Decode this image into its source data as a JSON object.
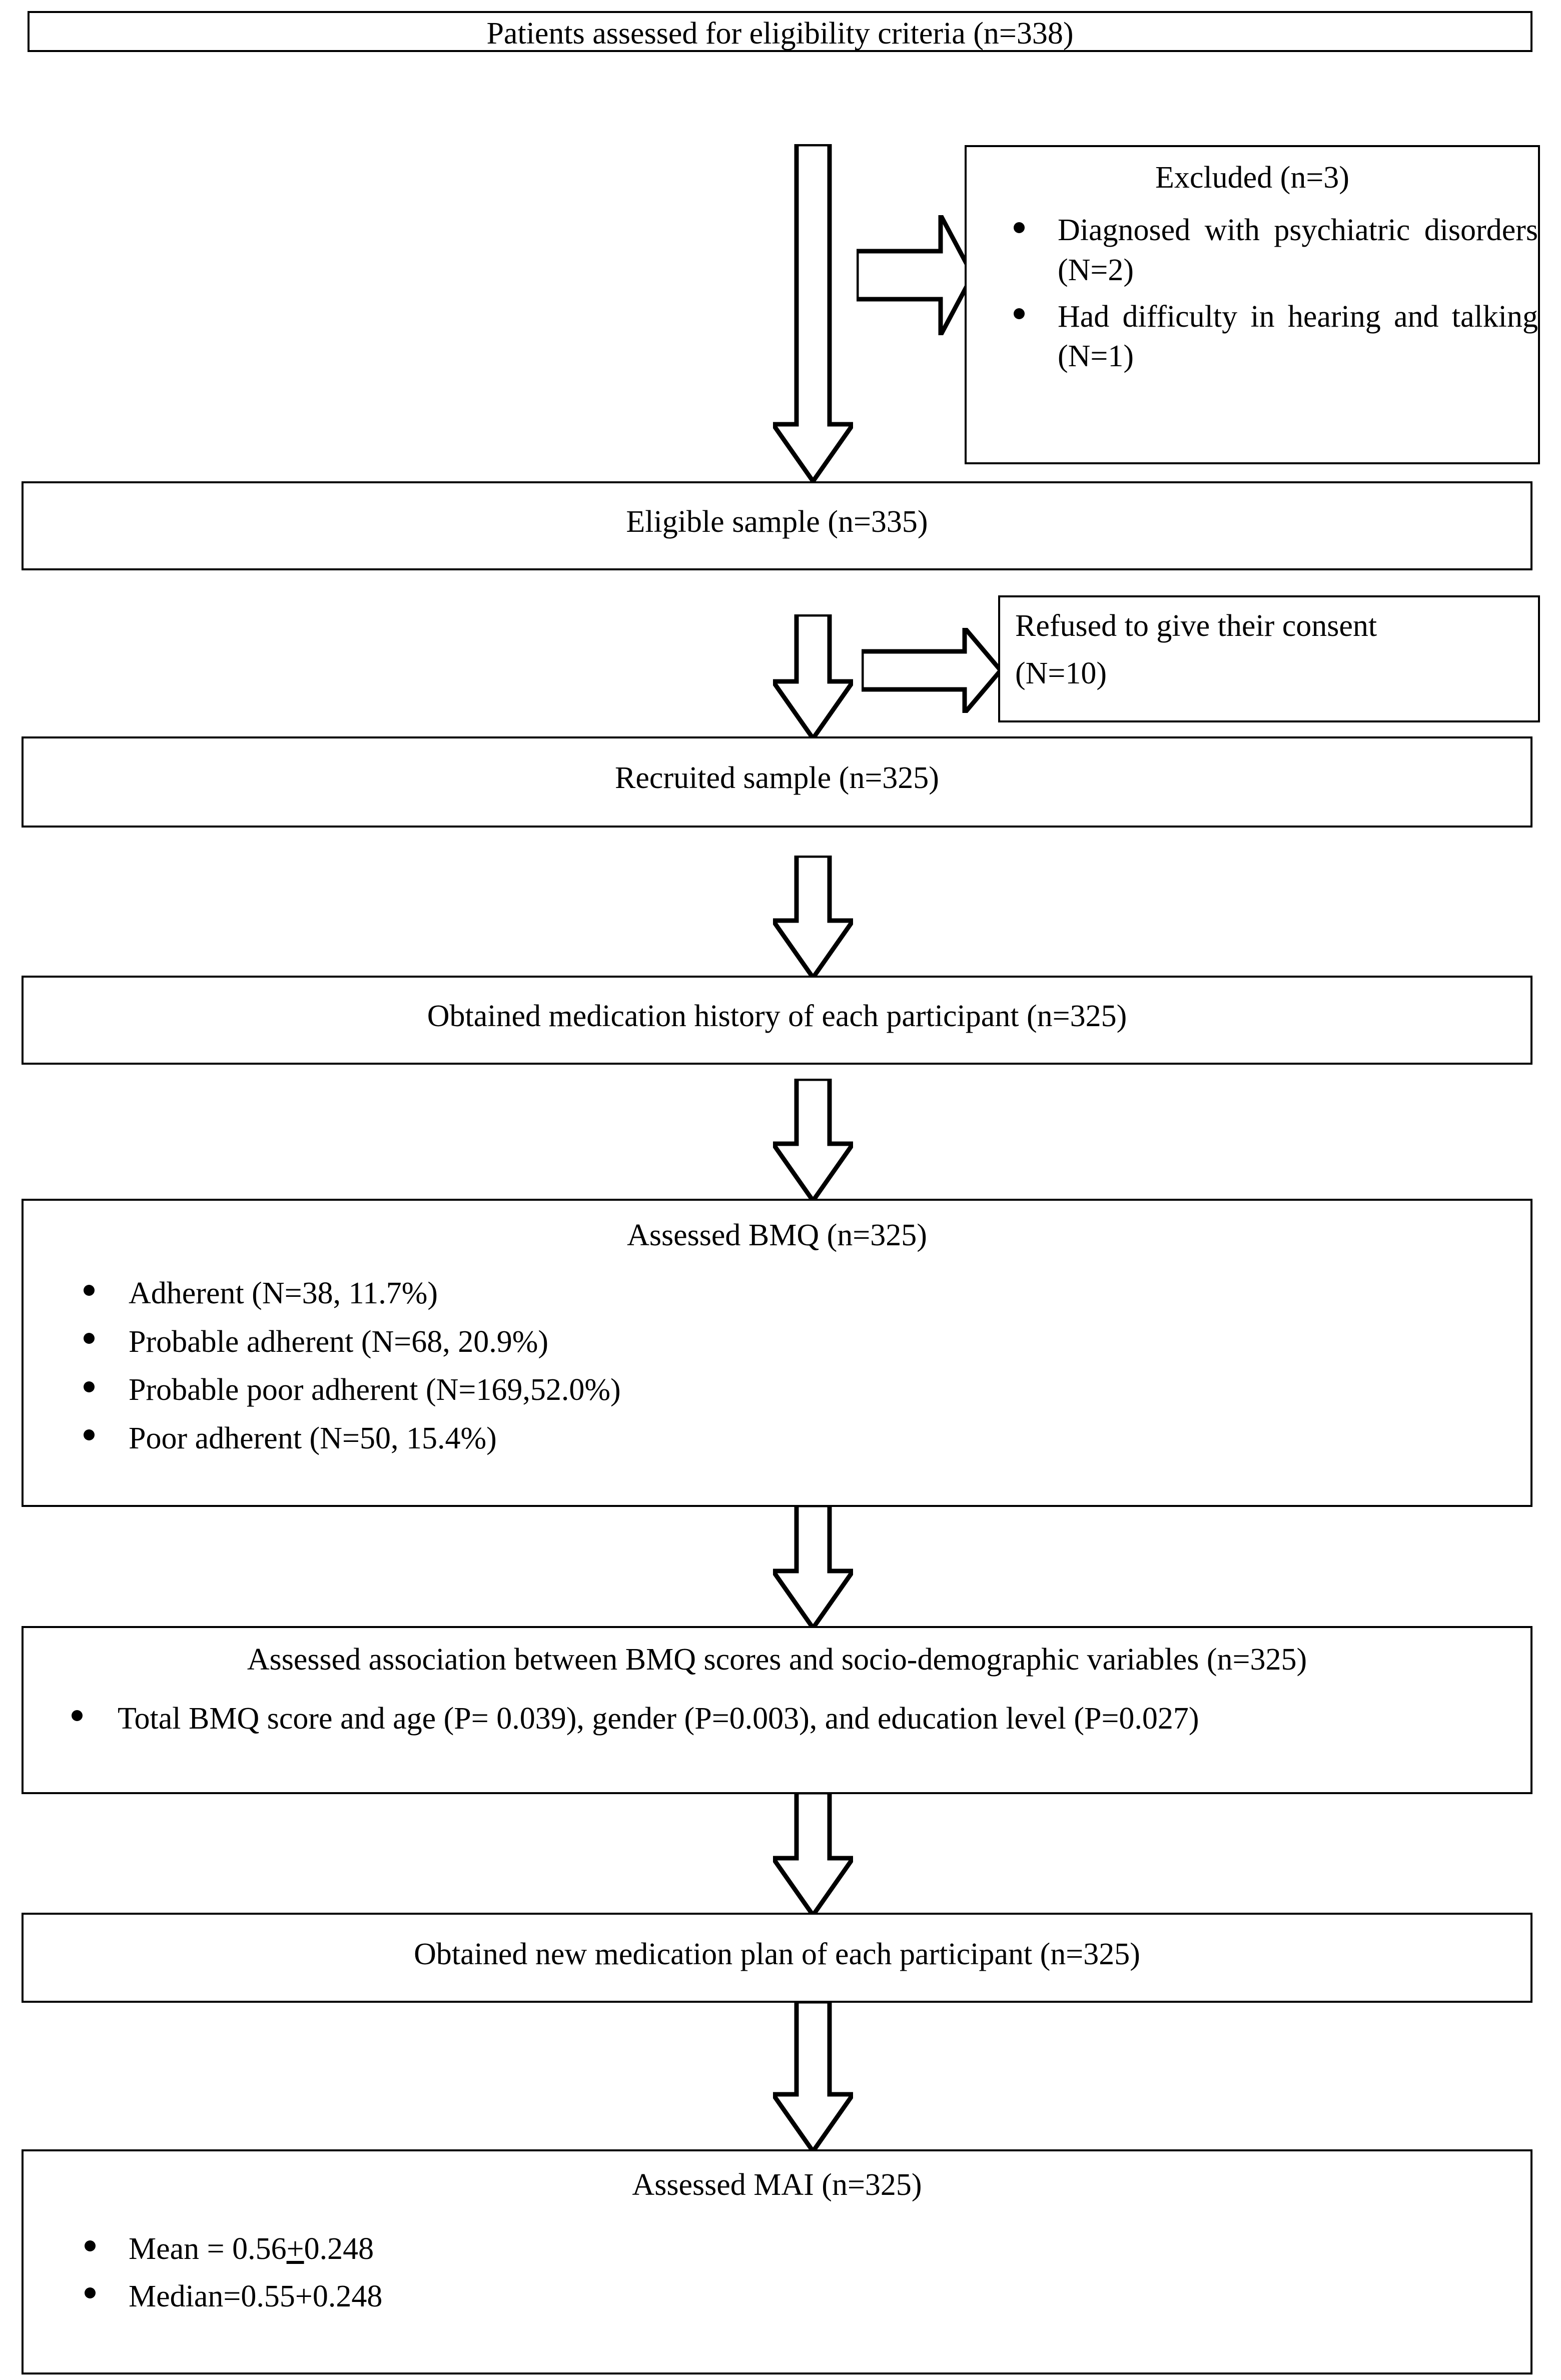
{
  "diagram": {
    "title": "Study participant flow diagram",
    "type": "flowchart",
    "stroke_color": "#000000",
    "background_color": "#ffffff",
    "boxes": [
      {
        "id": "eligibility",
        "title": "Patients assessed for eligibility criteria (n=338)",
        "n": 338
      },
      {
        "id": "excluded",
        "title": "Excluded (n=3)",
        "n": 3,
        "bullets": [
          "Diagnosed with psychiatric disorders (N=2)",
          "Had difficulty in hearing and talking (N=1)"
        ]
      },
      {
        "id": "eligible",
        "title": "Eligible sample (n=335)",
        "n": 335
      },
      {
        "id": "refused",
        "line1": "Refused to give their consent",
        "line2": "(N=10)",
        "n": 10
      },
      {
        "id": "recruited",
        "title": "Recruited sample (n=325)",
        "n": 325
      },
      {
        "id": "medication_history",
        "title": "Obtained medication history of each participant (n=325)",
        "n": 325
      },
      {
        "id": "bmq",
        "title": "Assessed BMQ (n=325)",
        "n": 325,
        "bullets": [
          "Adherent (N=38, 11.7%)",
          "Probable adherent (N=68, 20.9%)",
          "Probable poor adherent (N=169,52.0%)",
          "Poor adherent (N=50, 15.4%)"
        ]
      },
      {
        "id": "association",
        "title": "Assessed association between BMQ scores and socio-demographic variables (n=325)",
        "n": 325,
        "bullets": [
          "Total BMQ score and age (P= 0.039), gender (P=0.003), and education level (P=0.027)"
        ]
      },
      {
        "id": "new_plan",
        "title": "Obtained new medication plan of each participant (n=325)",
        "n": 325
      },
      {
        "id": "mai",
        "title": "Assessed MAI (n=325)",
        "n": 325,
        "bullets": [
          "Mean = 0.56+0.248",
          "Median=0.55+0.248"
        ],
        "mean_prefix": "Mean = 0.56",
        "mean_plus": "+",
        "mean_suffix": "0.248",
        "median_text": "Median=0.55+0.248"
      }
    ],
    "arrows": [
      {
        "id": "eligibility-to-eligible",
        "direction": "down"
      },
      {
        "id": "eligibility-to-excluded",
        "direction": "right"
      },
      {
        "id": "eligible-to-recruited",
        "direction": "down"
      },
      {
        "id": "eligible-to-refused",
        "direction": "right"
      },
      {
        "id": "recruited-to-medhistory",
        "direction": "down"
      },
      {
        "id": "medhistory-to-bmq",
        "direction": "down"
      },
      {
        "id": "bmq-to-association",
        "direction": "down"
      },
      {
        "id": "association-to-newplan",
        "direction": "down"
      },
      {
        "id": "newplan-to-mai",
        "direction": "down"
      }
    ],
    "bmq_data": {
      "categories": [
        "Adherent",
        "Probable adherent",
        "Probable poor adherent",
        "Poor adherent"
      ],
      "counts": [
        38,
        68,
        169,
        50
      ],
      "percentages": [
        11.7,
        20.9,
        52.0,
        15.4
      ],
      "total": 325
    },
    "association_pvalues": {
      "age": 0.039,
      "gender": 0.003,
      "education_level": 0.027
    },
    "mai_statistics": {
      "mean": 0.56,
      "mean_sd": 0.248,
      "median": 0.55,
      "median_sd": 0.248
    },
    "flow_counts": {
      "assessed": 338,
      "excluded": 3,
      "eligible": 335,
      "refused_consent": 10,
      "recruited": 325
    }
  }
}
